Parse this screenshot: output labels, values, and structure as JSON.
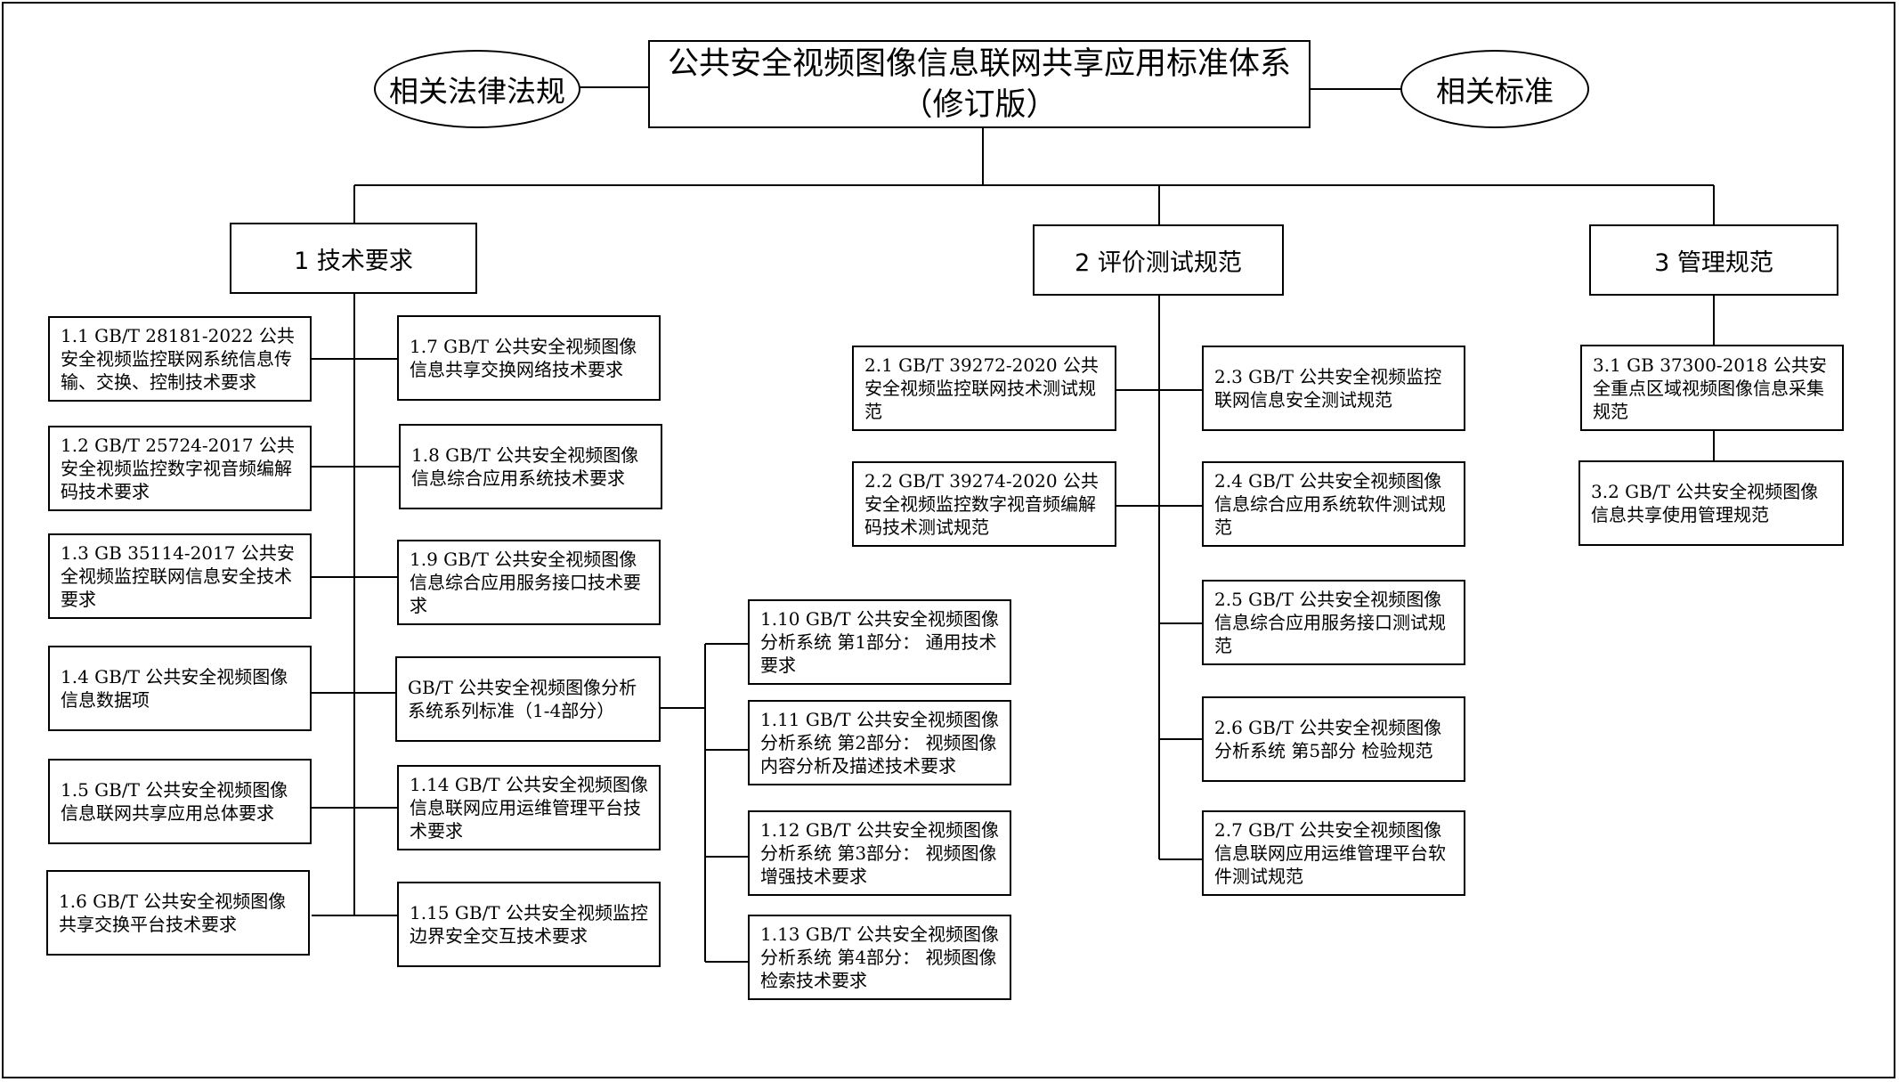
{
  "title": {
    "line1": "公共安全视频图像信息联网共享应用标准体系",
    "line2": "（修订版）"
  },
  "left_oval": "相关法律法规",
  "right_oval": "相关标准",
  "categories": {
    "tech": "1 技术要求",
    "eval": "2 评价测试规范",
    "mgmt": "3 管理规范"
  },
  "tech_left": [
    "1.1 GB/T 28181-2022 公共安全视频监控联网系统信息传输、交换、控制技术要求",
    "1.2 GB/T 25724-2017 公共安全视频监控数字视音频编解码技术要求",
    "1.3 GB 35114-2017 公共安全视频监控联网信息安全技术要求",
    "1.4 GB/T 公共安全视频图像信息数据项",
    "1.5 GB/T 公共安全视频图像信息联网共享应用总体要求",
    "1.6 GB/T 公共安全视频图像共享交换平台技术要求"
  ],
  "tech_right": [
    "1.7 GB/T 公共安全视频图像信息共享交换网络技术要求",
    "1.8 GB/T 公共安全视频图像信息综合应用系统技术要求",
    "1.9 GB/T 公共安全视频图像信息综合应用服务接口技术要求",
    "GB/T 公共安全视频图像分析系统系列标准（1-4部分）",
    "1.14 GB/T 公共安全视频图像信息联网应用运维管理平台技术要求",
    "1.15 GB/T 公共安全视频监控边界安全交互技术要求"
  ],
  "analysis_parts": [
    "1.10 GB/T 公共安全视频图像分析系统 第1部分： 通用技术要求",
    "1.11 GB/T 公共安全视频图像分析系统 第2部分： 视频图像内容分析及描述技术要求",
    "1.12 GB/T 公共安全视频图像分析系统 第3部分： 视频图像增强技术要求",
    "1.13 GB/T 公共安全视频图像分析系统 第4部分： 视频图像检索技术要求"
  ],
  "eval_left": [
    "2.1 GB/T 39272-2020 公共安全视频监控联网技术测试规范",
    "2.2 GB/T 39274-2020 公共安全视频监控数字视音频编解码技术测试规范"
  ],
  "eval_right": [
    "2.3 GB/T 公共安全视频监控联网信息安全测试规范",
    "2.4 GB/T 公共安全视频图像信息综合应用系统软件测试规范",
    "2.5 GB/T 公共安全视频图像信息综合应用服务接口测试规范",
    "2.6 GB/T 公共安全视频图像分析系统 第5部分 检验规范",
    "2.7 GB/T 公共安全视频图像信息联网应用运维管理平台软件测试规范"
  ],
  "mgmt": [
    "3.1 GB 37300-2018 公共安全重点区域视频图像信息采集规范",
    "3.2 GB/T 公共安全视频图像信息共享使用管理规范"
  ]
}
